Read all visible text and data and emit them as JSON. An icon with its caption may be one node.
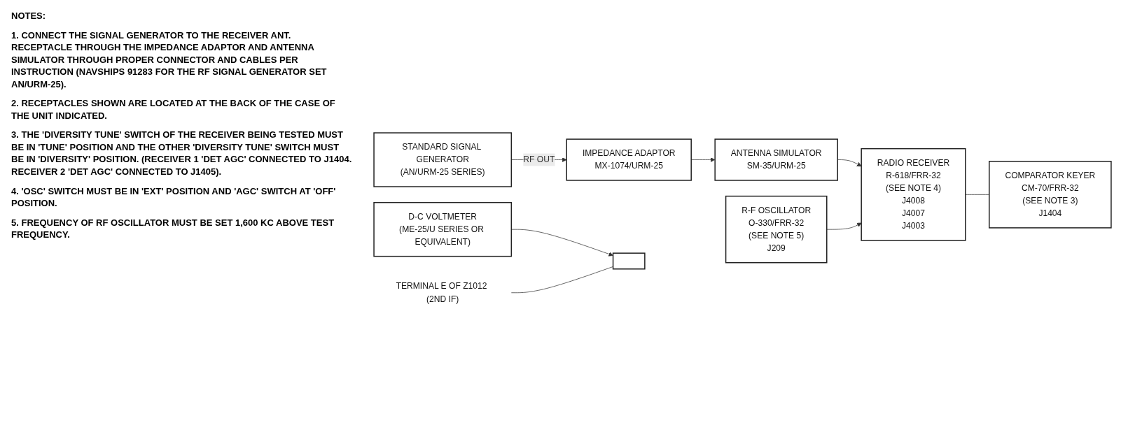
{
  "diagram": {
    "nodes": [
      {
        "text": [
          "STANDARD SIGNAL GENERATOR",
          "(AN/URM-25 SERIES)"
        ]
      },
      {
        "text": [
          "IMPEDANCE ADAPTOR",
          "MX-1074/URM-25"
        ]
      },
      {
        "text": [
          "ANTENNA SIMULATOR",
          "SM-35/URM-25"
        ]
      },
      {
        "text": [
          "R-F OSCILLATOR",
          "O-330/FRR-32",
          "(SEE NOTE 5)",
          "J209"
        ]
      },
      {
        "text": [
          "RADIO RECEIVER",
          "R-618/FRR-32",
          "(SEE NOTE 4)",
          "J4008",
          "J4007",
          "J4003"
        ]
      },
      {
        "text": [
          "TERMINAL E OF Z1012 (2ND IF)"
        ]
      },
      {
        "text": [],
        "shape": "box"
      },
      {
        "text": [
          "D-C VOLTMETER",
          "(ME-25/U SERIES OR EQUIVALENT)"
        ]
      },
      {
        "text": [
          "COMPARATOR KEYER",
          "CM-70/FRR-32",
          "(SEE NOTE 3)",
          "J1404"
        ]
      }
    ],
    "edges": [
      {
        "from": 0,
        "to": 1,
        "arrow": "to",
        "label": "RF OUT"
      },
      {
        "from": 1,
        "to": 2,
        "arrow": "to"
      },
      {
        "from": 2,
        "to": 4,
        "arrow": "to"
      },
      {
        "from": 3,
        "to": 4,
        "arrow": "to"
      },
      {
        "from": 7,
        "to": 6,
        "arrow": "to"
      },
      {
        "from": 5,
        "to": 6,
        "arrow": "none"
      },
      {
        "from": 4,
        "to": 8,
        "arrow": "none"
      }
    ],
    "labels": [
      "NOTES:",
      "1. CONNECT THE SIGNAL GENERATOR TO THE RECEIVER ANT. RECEPTACLE THROUGH THE IMPEDANCE ADAPTOR AND ANTENNA SIMULATOR THROUGH PROPER CONNECTOR AND CABLES PER INSTRUCTION (NAVSHIPS 91283 FOR THE RF SIGNAL GENERATOR SET AN/URM-25).",
      "2. RECEPTACLES SHOWN ARE LOCATED AT THE BACK OF THE CASE OF THE UNIT INDICATED.",
      "3. THE 'DIVERSITY TUNE' SWITCH OF THE RECEIVER BEING TESTED MUST BE IN 'TUNE' POSITION AND THE OTHER 'DIVERSITY TUNE' SWITCH MUST BE IN 'DIVERSITY' POSITION. (RECEIVER 1 'DET AGC' CONNECTED TO J1404. RECEIVER 2 'DET AGC' CONNECTED TO J1405).",
      "4. 'OSC' SWITCH MUST BE IN 'EXT' POSITION AND 'AGC' SWITCH AT 'OFF' POSITION.",
      "5. FREQUENCY OF RF OSCILLATOR MUST BE SET 1,600 KC ABOVE TEST FREQUENCY."
    ]
  }
}
